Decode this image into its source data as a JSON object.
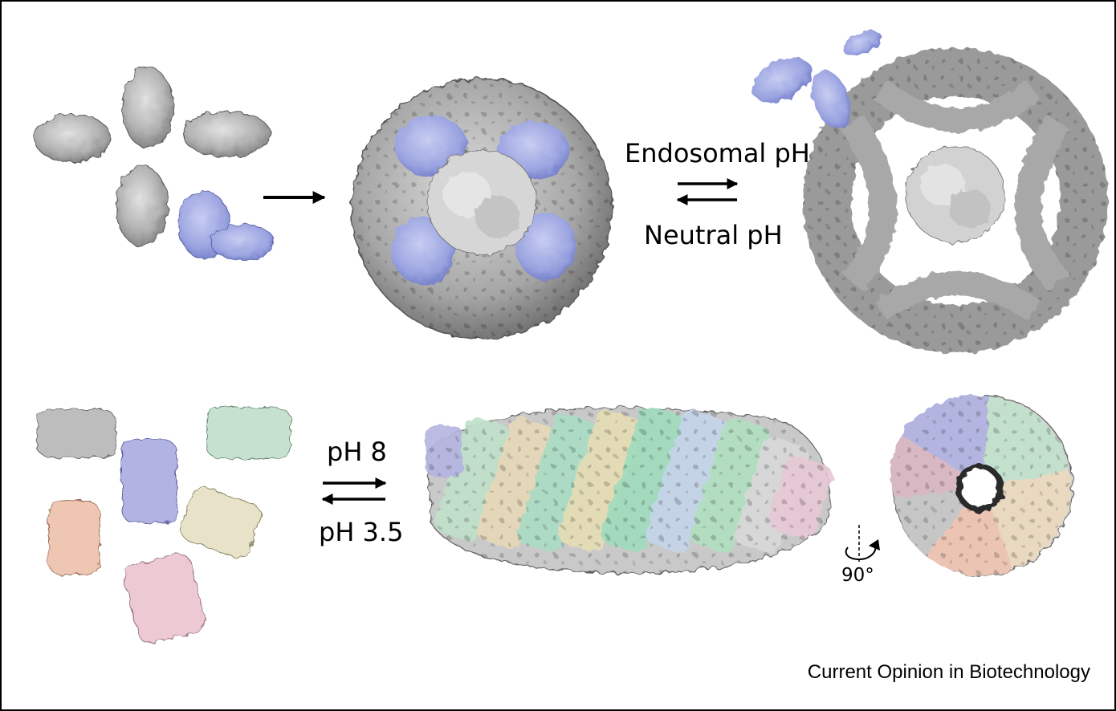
{
  "labels": {
    "top_forward": "Endosomal pH",
    "top_reverse": "Neutral pH",
    "bottom_forward": "pH 8",
    "bottom_reverse": "pH 3.5",
    "rotation": "90°"
  },
  "credit": "Current Opinion in Biotechnology",
  "colors": {
    "gray_protein": "#a9a9a9",
    "blue_protein": "#9aa3e0",
    "mint": "#b7d9c4",
    "peach": "#e6bda8",
    "pink": "#e3c3cf",
    "cream": "#e2dcbf",
    "lavender": "#b9b3dc"
  }
}
